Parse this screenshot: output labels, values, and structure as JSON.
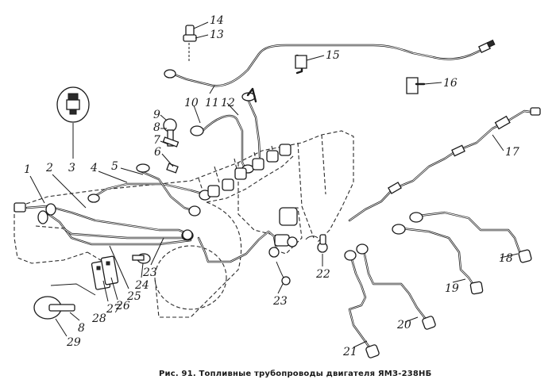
{
  "caption": "Рис. 91. Топливные трубопроводы двигателя ЯМЗ-238НБ",
  "labels": {
    "l1": "1",
    "l2": "2",
    "l3": "3",
    "l4": "4",
    "l5": "5",
    "l6": "6",
    "l7": "7",
    "l8a": "8",
    "l8b": "8",
    "l9": "9",
    "l10": "10",
    "l11": "11",
    "l12": "12",
    "l13": "13",
    "l14": "14",
    "l15": "15",
    "l16": "16",
    "l17": "17",
    "l18": "18",
    "l19": "19",
    "l20": "20",
    "l21": "21",
    "l22": "22",
    "l23a": "23",
    "l23b": "23",
    "l24": "24",
    "l25": "25",
    "l26": "26",
    "l27": "27",
    "l28": "28",
    "l29": "29"
  }
}
